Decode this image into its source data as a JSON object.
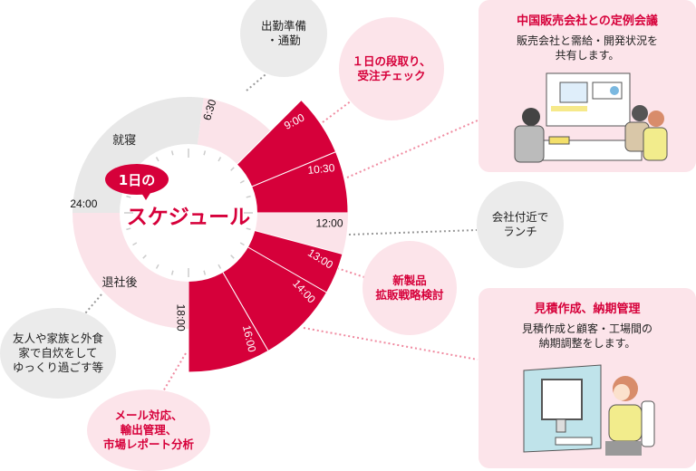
{
  "colors": {
    "red": "#d6003a",
    "pink": "#fce4ea",
    "ring_pink": "#fbe3e9",
    "gray": "#e8e8e8"
  },
  "center": {
    "badge": "1日の",
    "title": "スケジュール"
  },
  "wheel": {
    "segments": [
      {
        "from": 0,
        "to": 6.5,
        "kind": "gray",
        "label": "就寝"
      },
      {
        "from": 6.5,
        "to": 9,
        "kind": "pink",
        "label": ""
      },
      {
        "from": 9,
        "to": 10.5,
        "kind": "red",
        "label": ""
      },
      {
        "from": 10.5,
        "to": 12,
        "kind": "red",
        "label": ""
      },
      {
        "from": 12,
        "to": 13,
        "kind": "pinkwide",
        "label": ""
      },
      {
        "from": 13,
        "to": 14,
        "kind": "red",
        "label": ""
      },
      {
        "from": 14,
        "to": 16,
        "kind": "red",
        "label": ""
      },
      {
        "from": 16,
        "to": 18,
        "kind": "red",
        "label": ""
      },
      {
        "from": 18,
        "to": 24,
        "kind": "pink",
        "label": "退社後"
      }
    ],
    "time_labels": [
      {
        "hour": 6.5,
        "text": "6:30",
        "color": "dark"
      },
      {
        "hour": 9,
        "text": "9:00",
        "color": "light"
      },
      {
        "hour": 10.5,
        "text": "10:30",
        "color": "light"
      },
      {
        "hour": 12,
        "text": "12:00",
        "color": "dark"
      },
      {
        "hour": 13,
        "text": "13:00",
        "color": "light"
      },
      {
        "hour": 14,
        "text": "14:00",
        "color": "light"
      },
      {
        "hour": 16,
        "text": "16:00",
        "color": "light"
      },
      {
        "hour": 18,
        "text": "18:00",
        "color": "dark"
      },
      {
        "hour": 24,
        "text": "24:00",
        "color": "dark"
      }
    ]
  },
  "bubbles": {
    "commute": "出勤準備\n・通勤",
    "morning": "１日の段取り、\n受注チェック",
    "lunch": "会社付近で\nランチ",
    "strategy": "新製品\n拡販戦略検討",
    "evening": "友人や家族と外食\n家で自炊をして\nゆっくり過ごす等",
    "afternoon": "メール対応、\n輸出管理、\n市場レポート分析"
  },
  "cards": [
    {
      "title": "中国販売会社との定例会議",
      "desc": "販売会社と需給・開発状況を\n共有します。"
    },
    {
      "title": "見積作成、納期管理",
      "desc": "見積作成と顧客・工場間の\n納期調整をします。"
    }
  ]
}
